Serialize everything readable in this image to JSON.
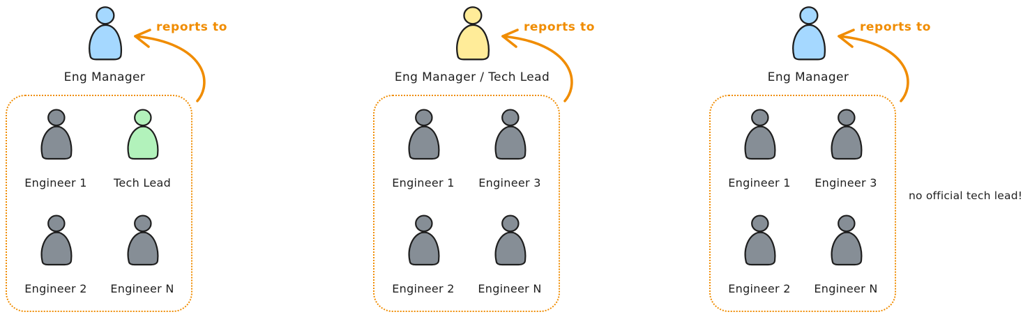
{
  "accent": {
    "orange": "#f08c00",
    "outline": "#1e1e1e",
    "background": "#ffffff"
  },
  "panels": [
    {
      "manager": {
        "label": "Eng Manager",
        "color": "#a5d8ff"
      },
      "reports_to": "reports to",
      "team": [
        {
          "label": "Engineer 1",
          "color": "#868e96"
        },
        {
          "label": "Tech Lead",
          "color": "#b2f2bb"
        },
        {
          "label": "Engineer 2",
          "color": "#868e96"
        },
        {
          "label": "Engineer N",
          "color": "#868e96"
        }
      ]
    },
    {
      "manager": {
        "label": "Eng Manager / Tech Lead",
        "color": "#ffec99"
      },
      "reports_to": "reports to",
      "team": [
        {
          "label": "Engineer 1",
          "color": "#868e96"
        },
        {
          "label": "Engineer 3",
          "color": "#868e96"
        },
        {
          "label": "Engineer 2",
          "color": "#868e96"
        },
        {
          "label": "Engineer N",
          "color": "#868e96"
        }
      ]
    },
    {
      "manager": {
        "label": "Eng Manager",
        "color": "#a5d8ff"
      },
      "reports_to": "reports to",
      "team": [
        {
          "label": "Engineer 1",
          "color": "#868e96"
        },
        {
          "label": "Engineer 3",
          "color": "#868e96"
        },
        {
          "label": "Engineer 2",
          "color": "#868e96"
        },
        {
          "label": "Engineer N",
          "color": "#868e96"
        }
      ],
      "annotation": "no official tech lead!"
    }
  ]
}
